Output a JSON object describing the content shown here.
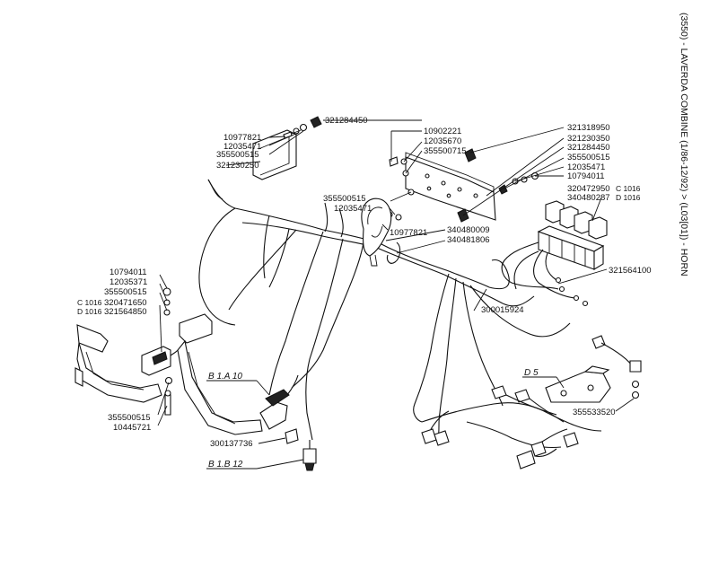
{
  "title": "(3550) - LAVERDA COMBINE (1/86-12/92) > (L03[01]) - HORN",
  "part_numbers": {
    "p321284450_a": "321284450",
    "p10977821_a": "10977821",
    "p12035471_a": "12035471",
    "p355500515_a": "355500515",
    "p321230250": "321230250",
    "p10902221": "10902221",
    "p12035670": "12035670",
    "p355500715": "355500715",
    "p355500515_b": "355500515",
    "p12035471_b": "12035471",
    "p10977821_b": "10977821",
    "p321318950": "321318950",
    "p321230350": "321230350",
    "p321284450_b": "321284450",
    "p355500515_c": "355500515",
    "p12035471_c": "12035471",
    "p10794011_a": "10794011",
    "p320472950": "320472950",
    "p340480287": "340480287",
    "p340480009": "340480009",
    "p340481806": "340481806",
    "p321564100": "321564100",
    "p300015924": "300015924",
    "p10794011_b": "10794011",
    "p12035371": "12035371",
    "p355500515_d": "355500515",
    "p320471650": "320471650",
    "p321564850": "321564850",
    "p355500515_e": "355500515",
    "p10445721": "10445721",
    "p300137736": "300137736",
    "p355533520": "355533520"
  },
  "codes": {
    "c1016_a": "C 1016",
    "d1016_a": "D 1016",
    "c1016_b": "C 1016",
    "d1016_b": "D 1016"
  },
  "references": {
    "b1a10": "B 1.A 10",
    "b1b12": "B 1.B 12",
    "d5": "D 5"
  }
}
